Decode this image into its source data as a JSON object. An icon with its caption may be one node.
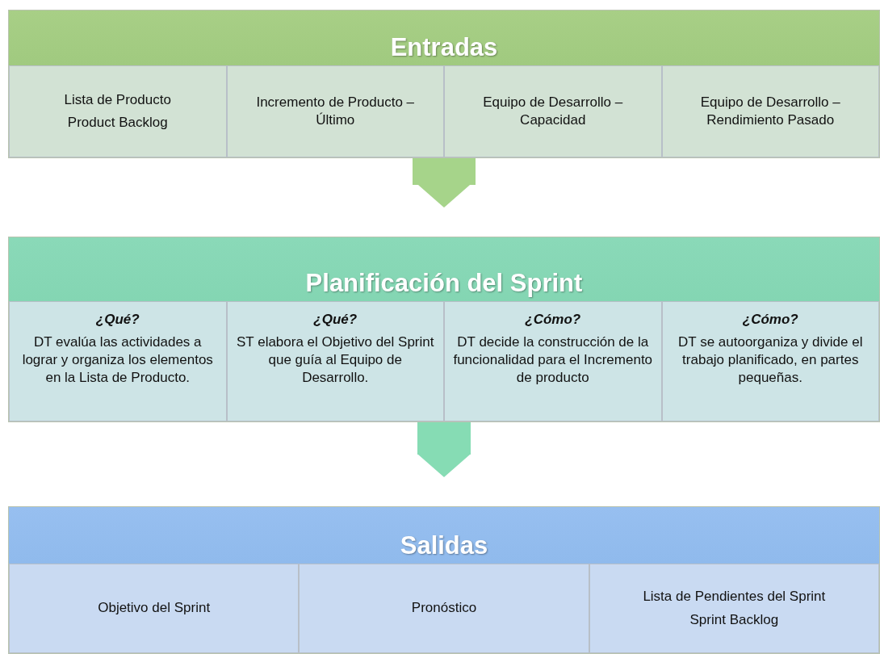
{
  "diagram": {
    "nodes": [
      {
        "text": [
          "Entradas"
        ]
      },
      {
        "text": [
          "Lista de Producto",
          "Product Backlog"
        ],
        "in": 0
      },
      {
        "text": [
          "Incremento de Producto – Último"
        ],
        "in": 0
      },
      {
        "text": [
          "Equipo de Desarrollo – Capacidad"
        ],
        "in": 0
      },
      {
        "text": [
          "Equipo de Desarrollo – Rendimiento Pasado"
        ],
        "in": 0
      },
      {
        "text": [
          "Planificación del Sprint"
        ]
      },
      {
        "text": [
          "¿Qué?",
          "DT evalúa las actividades a lograr y organiza los elementos en la Lista de Producto."
        ],
        "in": 5
      },
      {
        "text": [
          "¿Qué?",
          "ST elabora el Objetivo del Sprint que guía al Equipo de Desarrollo."
        ],
        "in": 5
      },
      {
        "text": [
          "¿Cómo?",
          "DT decide la construcción de la funcionalidad para el Incremento de producto"
        ],
        "in": 5
      },
      {
        "text": [
          "¿Cómo?",
          "DT se autoorganiza y divide el trabajo planificado, en partes pequeñas."
        ],
        "in": 5
      },
      {
        "text": [
          "Salidas"
        ]
      },
      {
        "text": [
          "Objetivo del Sprint"
        ],
        "in": 10
      },
      {
        "text": [
          "Pronóstico"
        ],
        "in": 10
      },
      {
        "text": [
          "Lista de Pendientes del Sprint",
          "Sprint Backlog"
        ],
        "in": 10
      }
    ],
    "edges": [
      {
        "from": 0,
        "to": 5,
        "arrow": "to"
      },
      {
        "from": 5,
        "to": 10,
        "arrow": "to"
      }
    ]
  }
}
